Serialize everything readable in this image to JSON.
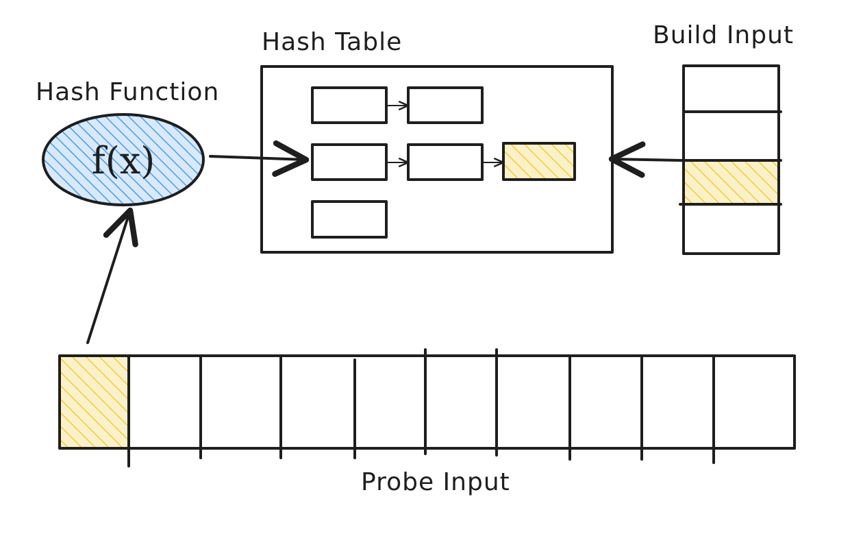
{
  "labels": {
    "hash_table": "Hash Table",
    "build_input": "Build Input",
    "hash_function": "Hash Function",
    "function_expr": "f(x)",
    "probe_input": "Probe Input"
  },
  "colors": {
    "ink": "#1e1e1e",
    "blue_hatch": "#4a9be8",
    "blue_fill": "#d7e9fb",
    "yellow_hatch": "#f0c419",
    "yellow_fill": "#fbf1c9"
  },
  "hash_table": {
    "chains": [
      {
        "buckets": 2,
        "highlighted_index": null
      },
      {
        "buckets": 3,
        "highlighted_index": 2
      },
      {
        "buckets": 1,
        "highlighted_index": null
      }
    ]
  },
  "build_input": {
    "cells": 4,
    "highlighted_index": 2
  },
  "probe_input": {
    "cells": 10,
    "highlighted_index": 0
  }
}
